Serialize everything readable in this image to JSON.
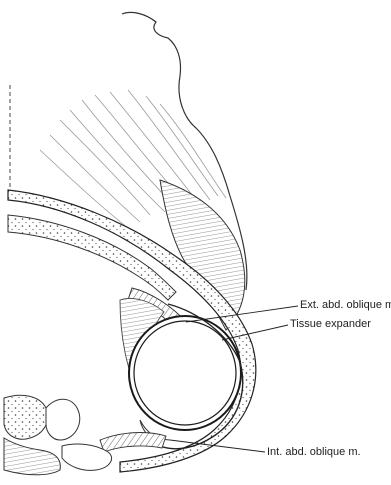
{
  "labels": {
    "ext_oblique": "Ext. abd. oblique m.",
    "tissue_expander": "Tissue expander",
    "int_oblique": "Int. abd. oblique m."
  }
}
